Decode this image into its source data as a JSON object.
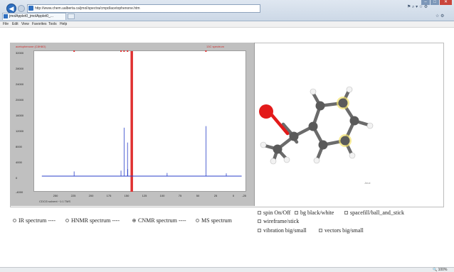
{
  "browser": {
    "address": "http://www.chem.ualberta.ca/jmol/spectra/cmpd/acetophenone.htm",
    "tab_title": "jmolApplet0_jmolApplet0_...",
    "toolbar_icons": "⚑ ⌕ ▾ ☆ ⚙",
    "right_icons": "☆ ⚙"
  },
  "menu": {
    "items": [
      "File",
      "Edit",
      "View",
      "Favorites",
      "Tools",
      "Help"
    ]
  },
  "spectrum": {
    "header_left": "acetophenone (C8H8O)",
    "header_right": "13C spectrum",
    "x_axis_label": "CDCl3 solvent ~1:1 TMS"
  },
  "chart_data": {
    "type": "line",
    "title": "",
    "xlabel": "CDCl3 solvent ~1:1 TMS",
    "ylabel": "",
    "xlim": [
      -25,
      250
    ],
    "ylim": [
      -4000,
      32000
    ],
    "x_reversed": true,
    "y_ticks": [
      32000,
      28000,
      24000,
      20000,
      16000,
      12000,
      8000,
      4000,
      0,
      -4000
    ],
    "x_ticks": [
      250,
      225,
      200,
      175,
      150,
      125,
      100,
      75,
      50,
      25,
      0,
      -25
    ],
    "series": [
      {
        "color": "#2a3fc8",
        "peaks": [
          {
            "x": 198,
            "y": 1200
          },
          {
            "x": 137,
            "y": 1400
          },
          {
            "x": 133,
            "y": 12400
          },
          {
            "x": 128.5,
            "y": 8600
          },
          {
            "x": 128.2,
            "y": 1800
          },
          {
            "x": 77,
            "y": 800
          },
          {
            "x": 26.5,
            "y": 12800
          },
          {
            "x": 0,
            "y": 700
          }
        ]
      }
    ],
    "highlight": {
      "x": 123,
      "color": "#e03030"
    },
    "top_markers": [
      198,
      137,
      133,
      128.5,
      26.5
    ],
    "baseline": 0
  },
  "viewer": {
    "applet_label": "Jmol"
  },
  "spectrum_options": [
    {
      "label": "IR spectrum ----",
      "selected": false
    },
    {
      "label": "HNMR spectrum ----",
      "selected": false
    },
    {
      "label": "CNMR spectrum ----",
      "selected": true
    },
    {
      "label": "MS spectrum",
      "selected": false
    }
  ],
  "viewer_options": [
    {
      "label": "spin On/Off"
    },
    {
      "label": "bg black/white"
    },
    {
      "label": "spacefill/ball_and_stick"
    },
    {
      "label": "wireframe/stick"
    },
    {
      "label": "vibration big/small"
    },
    {
      "label": "vectors big/small"
    }
  ],
  "status": {
    "zoom": "🔍 100%"
  },
  "window_buttons": {
    "minimize": "–",
    "maximize": "□",
    "close": "✕"
  },
  "colors": {
    "spectrum_line": "#2a3fc8",
    "highlight": "#e03030",
    "oxygen": "#e31a1a",
    "carbon": "#5a5a5a",
    "hydrogen": "#f2f2f2"
  }
}
